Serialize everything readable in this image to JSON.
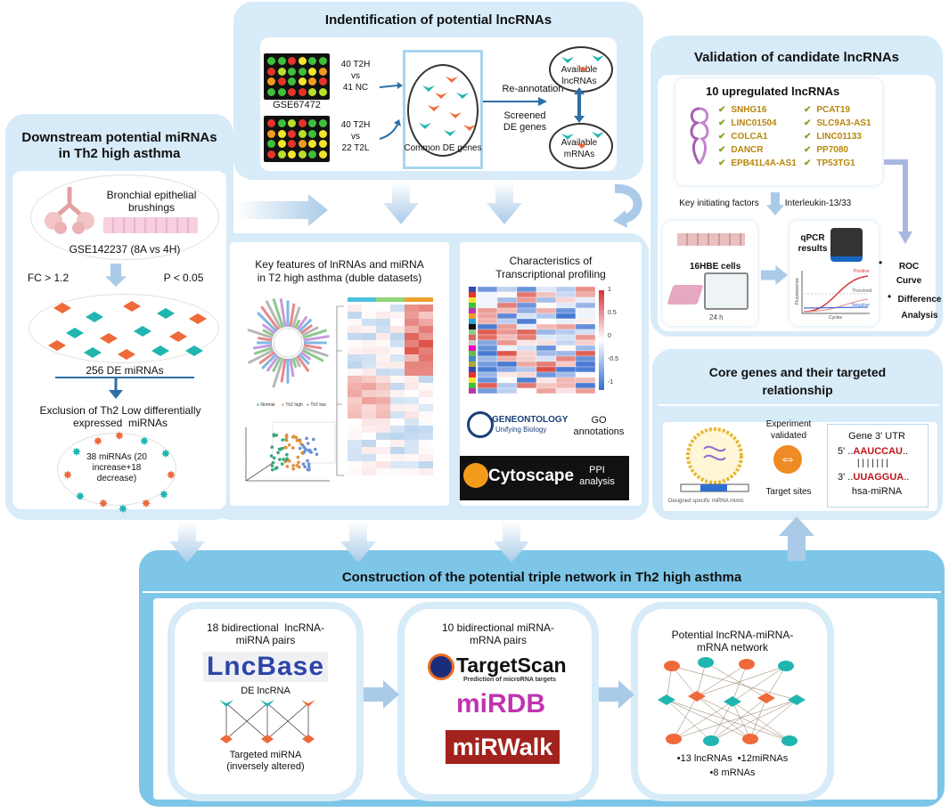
{
  "ident": {
    "title": "Indentification of potential lncRNAs",
    "cmp1": "40 T2H\nvs\n41 NC",
    "cmp2": "40 T2H\nvs\n22 T2L",
    "gse": "GSE67472",
    "common": "Common DE genes",
    "reannot": "Re-annotation",
    "screened": "Screened\nDE genes",
    "avail_lnc": "Available\nlncRNAs",
    "avail_m": "Available\nmRNAs"
  },
  "down": {
    "title": "Downstream potential miRNAs\nin Th2 high asthma",
    "brush": "Bronchial epithelial\nbrushings",
    "gse": "GSE142237 (8A vs 4H)",
    "fc": "FC > 1.2",
    "p": "P < 0.05",
    "de": "256 DE miRNAs",
    "excl": "Exclusion of Th2 Low differentially\nexpressed  miRNAs",
    "result": "38 miRNAs (20\nincrease+18\ndecrease)"
  },
  "valid": {
    "title": "Validation of candidate lncRNAs",
    "up_title": "10 upregulated lncRNAs",
    "genes_left": [
      "SNHG16",
      "LINC01504",
      "COLCA1",
      "DANCR",
      "EPB41L4A-AS1"
    ],
    "genes_right": [
      "PCAT19",
      "SLC9A3-AS1",
      "LINC01133",
      "PP7080",
      "TP53TG1"
    ],
    "key": "Key initiating factors",
    "il": "Interleukin-13/33",
    "cells": "16HBE cells",
    "qpcr": "qPCR\nresults",
    "h24": "24 h",
    "positive": "Positive",
    "threshold": "Threshold",
    "negative": "Negative",
    "cycles": "Cycles",
    "fluor": "Fluorescence",
    "roc": "ROC\nCurve",
    "diff": "Difference\nAnalysis"
  },
  "features": {
    "title": "Key features of lnRNAs and miRNA\nin T2 high asthma (duble datasets)",
    "legend": [
      "Normal",
      "Th2 high",
      "Th2 low"
    ]
  },
  "charac": {
    "title": "Characteristics of\nTranscriptional profiling",
    "scale": [
      "1",
      "0.5",
      "0",
      "-0.5",
      "-1"
    ],
    "go_logo": "GENEONTOLOGY",
    "go_sub": "Unifying Biology",
    "go": "GO\nannotations",
    "cyto": "Cytoscape",
    "ppi": "PPI\nanalysis"
  },
  "core": {
    "title": "Core genes and their targeted\nrelationship",
    "exp": "Experiment\nvalidated",
    "sites": "Target sites",
    "mimic": "Designed specific miRNA mimic",
    "utr": "Gene 3' UTR",
    "s5": "5' ..",
    "seq5": "AAUCCAU",
    "s5e": "..",
    "bars": "| | | | | | |",
    "s3": "3' ..",
    "seq3": "UUAGGUA",
    "s3e": "..",
    "mirna": "hsa-miRNA"
  },
  "net": {
    "title": "Construction of the potential triple network in Th2 high asthma",
    "b1": "18 bidirectional  lncRNA-\nmiRNA pairs",
    "lncbase": "LncBase",
    "delnc": "DE lncRNA",
    "targeted": "Targeted miRNA\n(inversely altered)",
    "b2": "10 bidirectional miRNA-\nmRNA pairs",
    "targetscan": "TargetScan",
    "ts_sub": "Prediction of microRNA targets",
    "mirdb": "miRDB",
    "mirwalk": "miRWalk",
    "b3": "Potential lncRNA-miRNA-\nmRNA network",
    "counts1": "•13 lncRNAs  •12miRNAs",
    "counts2": "•8 mRNAs"
  },
  "colors": {
    "panel": "#d7ebf8",
    "arrow": "#a9cbe8",
    "cyan": "#20b6b0",
    "orange": "#ee6a3a",
    "gene": "#b8860b",
    "red": "#c0161b"
  }
}
